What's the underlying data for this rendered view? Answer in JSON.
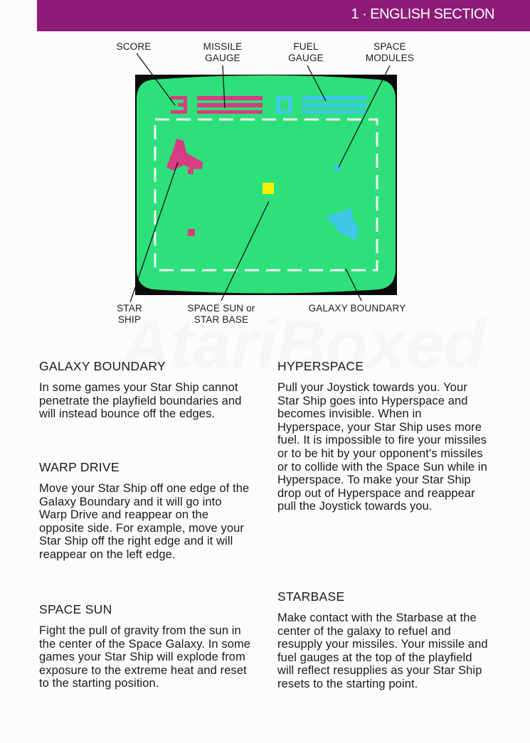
{
  "header": {
    "section_title": "1 · ENGLISH SECTION"
  },
  "colors": {
    "header_band": "#8c1c78",
    "screen_bg": "#2ee07a",
    "ship_pink": "#d83c82",
    "ship_cyan": "#3ec8e6",
    "sun_yellow": "#f3f000"
  },
  "diagram": {
    "labels": {
      "score": [
        "SCORE"
      ],
      "missile_gauge": [
        "MISSILE",
        "GAUGE"
      ],
      "fuel_gauge": [
        "FUEL",
        "GAUGE"
      ],
      "space_modules": [
        "SPACE",
        "MODULES"
      ],
      "star_ship": [
        "STAR",
        "SHIP"
      ],
      "space_sun": [
        "SPACE SUN or",
        "STAR BASE"
      ],
      "galaxy_boundary": [
        "GALAXY BOUNDARY"
      ]
    },
    "score_digit": "3",
    "fuel_digit": "0"
  },
  "watermark": "AtariBoxed",
  "sections": {
    "galaxy_boundary": {
      "title": "GALAXY BOUNDARY",
      "text": "In some games your Star Ship cannot penetrate the playfield boundaries and will instead bounce off the edges."
    },
    "warp_drive": {
      "title": "WARP DRIVE",
      "text": "Move your Star Ship off one edge of the Galaxy Boundary and it will go into Warp Drive and reappear on the opposite side. For example, move your Star Ship off the right edge and it will reappear on the left edge."
    },
    "space_sun": {
      "title": "SPACE SUN",
      "text": "Fight the pull of gravity from the sun in the center of the Space Galaxy. In some games your Star Ship will explode from exposure to the extreme heat and reset to the starting position."
    },
    "hyperspace": {
      "title": "HYPERSPACE",
      "text": "Pull your Joystick towards you. Your Star Ship goes into Hyperspace and becomes invisible. When in Hyperspace, your Star Ship uses more fuel. It is impossible to fire your missiles or to be hit by your opponent's missiles or to collide with the Space Sun while in Hyperspace. To make your Star Ship drop out of Hyperspace and reappear pull the Joystick towards you."
    },
    "starbase": {
      "title": "STARBASE",
      "text": "Make contact with the Starbase at the center of the galaxy to refuel and resupply your missiles. Your missile and fuel gauges at the top of the playfield will reflect resupplies as your Star Ship resets to the starting point."
    }
  }
}
